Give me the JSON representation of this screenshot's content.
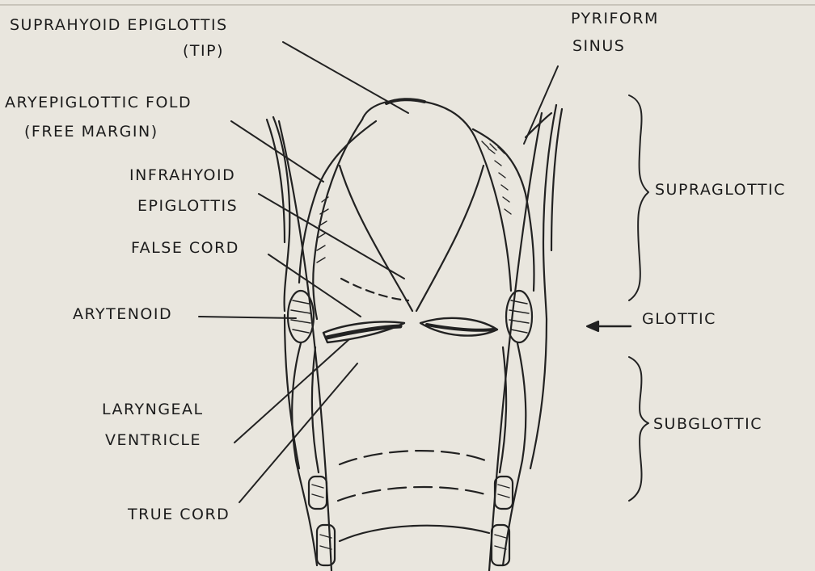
{
  "labels": {
    "suprahyoid_line1": "SUPRAHYOID EPIGLOTTIS",
    "suprahyoid_line2": "(TIP)",
    "pyriform_line1": "PYRIFORM",
    "pyriform_line2": "SINUS",
    "aryepiglottic_line1": "ARYEPIGLOTTIC FOLD",
    "aryepiglottic_line2": "(FREE MARGIN)",
    "infrahyoid_line1": "INFRAHYOID",
    "infrahyoid_line2": "EPIGLOTTIS",
    "false_cord": "FALSE CORD",
    "arytenoid": "ARYTENOID",
    "laryngeal_line1": "LARYNGEAL",
    "laryngeal_line2": "VENTRICLE",
    "true_cord": "TRUE CORD",
    "supraglottic": "SUPRAGLOTTIC",
    "glottic": "GLOTTIC",
    "subglottic": "SUBGLOTTIC"
  }
}
